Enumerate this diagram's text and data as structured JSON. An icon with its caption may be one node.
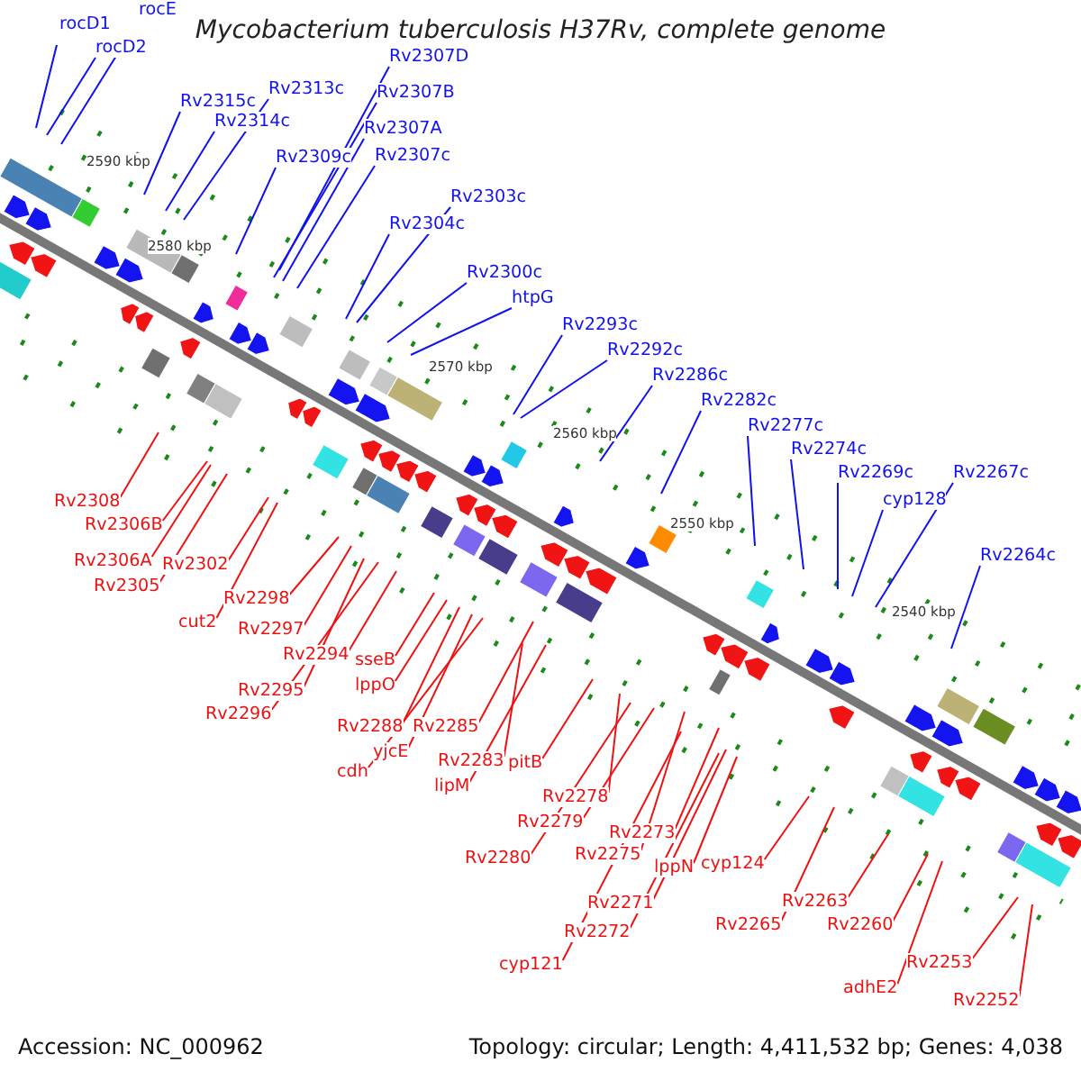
{
  "diagram": {
    "title": "Mycobacterium tuberculosis H37Rv, complete genome",
    "nodes": [
      {
        "text": [
          "rocD1"
        ]
      },
      {
        "text": [
          "rocE"
        ]
      },
      {
        "text": [
          "rocD2"
        ]
      },
      {
        "text": [
          "Rv2315c"
        ]
      },
      {
        "text": [
          "Rv2314c"
        ]
      },
      {
        "text": [
          "Rv2313c"
        ]
      },
      {
        "text": [
          "Rv2309c"
        ]
      },
      {
        "text": [
          "Rv2307D"
        ]
      },
      {
        "text": [
          "Rv2307B"
        ]
      },
      {
        "text": [
          "Rv2307A"
        ]
      },
      {
        "text": [
          "Rv2307c"
        ]
      },
      {
        "text": [
          "Rv2303c"
        ]
      },
      {
        "text": [
          "Rv2304c"
        ]
      },
      {
        "text": [
          "Rv2300c"
        ]
      },
      {
        "text": [
          "htpG"
        ]
      },
      {
        "text": [
          "Rv2293c"
        ]
      },
      {
        "text": [
          "Rv2292c"
        ]
      },
      {
        "text": [
          "Rv2286c"
        ]
      },
      {
        "text": [
          "Rv2282c"
        ]
      },
      {
        "text": [
          "Rv2277c"
        ]
      },
      {
        "text": [
          "Rv2274c"
        ]
      },
      {
        "text": [
          "Rv2269c"
        ]
      },
      {
        "text": [
          "cyp128"
        ]
      },
      {
        "text": [
          "Rv2267c"
        ]
      },
      {
        "text": [
          "Rv2264c"
        ]
      },
      {
        "text": [
          "Rv2308"
        ]
      },
      {
        "text": [
          "Rv2306B"
        ]
      },
      {
        "text": [
          "Rv2306A"
        ]
      },
      {
        "text": [
          "Rv2305"
        ]
      },
      {
        "text": [
          "Rv2302"
        ]
      },
      {
        "text": [
          "cut2"
        ]
      },
      {
        "text": [
          "Rv2298"
        ]
      },
      {
        "text": [
          "Rv2297"
        ]
      },
      {
        "text": [
          "Rv2294"
        ]
      },
      {
        "text": [
          "Rv2295"
        ]
      },
      {
        "text": [
          "Rv2296"
        ]
      },
      {
        "text": [
          "sseB"
        ]
      },
      {
        "text": [
          "lppO"
        ]
      },
      {
        "text": [
          "Rv2288"
        ]
      },
      {
        "text": [
          "yjcE"
        ]
      },
      {
        "text": [
          "cdh"
        ]
      },
      {
        "text": [
          "Rv2285"
        ]
      },
      {
        "text": [
          "Rv2283"
        ]
      },
      {
        "text": [
          "lipM"
        ]
      },
      {
        "text": [
          "pitB"
        ]
      },
      {
        "text": [
          "Rv2278"
        ]
      },
      {
        "text": [
          "Rv2279"
        ]
      },
      {
        "text": [
          "Rv2280"
        ]
      },
      {
        "text": [
          "Rv2273"
        ]
      },
      {
        "text": [
          "Rv2275"
        ]
      },
      {
        "text": [
          "lppN"
        ]
      },
      {
        "text": [
          "cyp124"
        ]
      },
      {
        "text": [
          "Rv2271"
        ]
      },
      {
        "text": [
          "Rv2272"
        ]
      },
      {
        "text": [
          "cyp121"
        ]
      },
      {
        "text": [
          "Rv2265"
        ]
      },
      {
        "text": [
          "Rv2263"
        ]
      },
      {
        "text": [
          "Rv2260"
        ]
      },
      {
        "text": [
          "adhE2"
        ]
      },
      {
        "text": [
          "Rv2253"
        ]
      },
      {
        "text": [
          "Rv2252"
        ]
      }
    ],
    "edges": [
      {
        "from": 0,
        "to": null,
        "arrow": "none",
        "color": "#1111ee"
      },
      {
        "from": 1,
        "to": null,
        "arrow": "none",
        "color": "#1111ee"
      },
      {
        "from": 2,
        "to": null,
        "arrow": "none",
        "color": "#1111ee"
      },
      {
        "from": 3,
        "to": null,
        "arrow": "none",
        "color": "#1111ee"
      },
      {
        "from": 4,
        "to": null,
        "arrow": "none",
        "color": "#1111ee"
      },
      {
        "from": 5,
        "to": null,
        "arrow": "none",
        "color": "#1111ee"
      },
      {
        "from": 6,
        "to": null,
        "arrow": "none",
        "color": "#1111ee"
      },
      {
        "from": 7,
        "to": null,
        "arrow": "none",
        "color": "#1111ee"
      },
      {
        "from": 8,
        "to": null,
        "arrow": "none",
        "color": "#1111ee"
      },
      {
        "from": 9,
        "to": null,
        "arrow": "none",
        "color": "#1111ee"
      },
      {
        "from": 10,
        "to": null,
        "arrow": "none",
        "color": "#1111ee"
      },
      {
        "from": 11,
        "to": null,
        "arrow": "none",
        "color": "#1111ee"
      },
      {
        "from": 12,
        "to": null,
        "arrow": "none",
        "color": "#1111ee"
      },
      {
        "from": 13,
        "to": null,
        "arrow": "none",
        "color": "#1111ee"
      },
      {
        "from": 14,
        "to": null,
        "arrow": "none",
        "color": "#1111ee"
      },
      {
        "from": 15,
        "to": null,
        "arrow": "none",
        "color": "#1111ee"
      },
      {
        "from": 16,
        "to": null,
        "arrow": "none",
        "color": "#1111ee"
      },
      {
        "from": 17,
        "to": null,
        "arrow": "none",
        "color": "#1111ee"
      },
      {
        "from": 18,
        "to": null,
        "arrow": "none",
        "color": "#1111ee"
      },
      {
        "from": 19,
        "to": null,
        "arrow": "none",
        "color": "#1111ee"
      },
      {
        "from": 20,
        "to": null,
        "arrow": "none",
        "color": "#1111ee"
      },
      {
        "from": 21,
        "to": null,
        "arrow": "none",
        "color": "#1111ee"
      },
      {
        "from": 22,
        "to": null,
        "arrow": "none",
        "color": "#1111ee"
      },
      {
        "from": 23,
        "to": null,
        "arrow": "none",
        "color": "#1111ee"
      },
      {
        "from": 24,
        "to": null,
        "arrow": "none",
        "color": "#1111ee"
      },
      {
        "from": 25,
        "to": null,
        "arrow": "none"
      },
      {
        "from": 26,
        "to": null,
        "arrow": "none"
      },
      {
        "from": 27,
        "to": null,
        "arrow": "none"
      },
      {
        "from": 28,
        "to": null,
        "arrow": "none"
      },
      {
        "from": 29,
        "to": null,
        "arrow": "none"
      },
      {
        "from": 30,
        "to": null,
        "arrow": "none"
      },
      {
        "from": 31,
        "to": null,
        "arrow": "none"
      },
      {
        "from": 32,
        "to": null,
        "arrow": "none"
      },
      {
        "from": 33,
        "to": null,
        "arrow": "none"
      },
      {
        "from": 34,
        "to": null,
        "arrow": "none"
      },
      {
        "from": 35,
        "to": null,
        "arrow": "none"
      },
      {
        "from": 36,
        "to": null,
        "arrow": "none"
      },
      {
        "from": 37,
        "to": null,
        "arrow": "none"
      },
      {
        "from": 38,
        "to": null,
        "arrow": "none"
      },
      {
        "from": 39,
        "to": null,
        "arrow": "none"
      },
      {
        "from": 40,
        "to": null,
        "arrow": "none"
      },
      {
        "from": 41,
        "to": null,
        "arrow": "none"
      },
      {
        "from": 42,
        "to": null,
        "arrow": "none"
      },
      {
        "from": 43,
        "to": null,
        "arrow": "none"
      },
      {
        "from": 44,
        "to": null,
        "arrow": "none"
      },
      {
        "from": 45,
        "to": null,
        "arrow": "none"
      },
      {
        "from": 46,
        "to": null,
        "arrow": "none"
      },
      {
        "from": 47,
        "to": null,
        "arrow": "none"
      },
      {
        "from": 48,
        "to": null,
        "arrow": "none"
      },
      {
        "from": 49,
        "to": null,
        "arrow": "none"
      },
      {
        "from": 50,
        "to": null,
        "arrow": "none"
      },
      {
        "from": 51,
        "to": null,
        "arrow": "none"
      },
      {
        "from": 52,
        "to": null,
        "arrow": "none"
      },
      {
        "from": 53,
        "to": null,
        "arrow": "none"
      },
      {
        "from": 54,
        "to": null,
        "arrow": "none"
      },
      {
        "from": 55,
        "to": null,
        "arrow": "none"
      },
      {
        "from": 56,
        "to": null,
        "arrow": "none"
      },
      {
        "from": 57,
        "to": null,
        "arrow": "none"
      },
      {
        "from": 58,
        "to": null,
        "arrow": "none"
      },
      {
        "from": 59,
        "to": null,
        "arrow": "none"
      },
      {
        "from": 60,
        "to": null,
        "arrow": "none"
      }
    ],
    "labels": [
      "2590 kbp",
      "2580 kbp",
      "2570 kbp",
      "2560 kbp",
      "2550 kbp",
      "2540 kbp",
      "Accession: NC_000962",
      "Topology: circular; Length: 4,411,532 bp; Genes: 4,038"
    ]
  }
}
